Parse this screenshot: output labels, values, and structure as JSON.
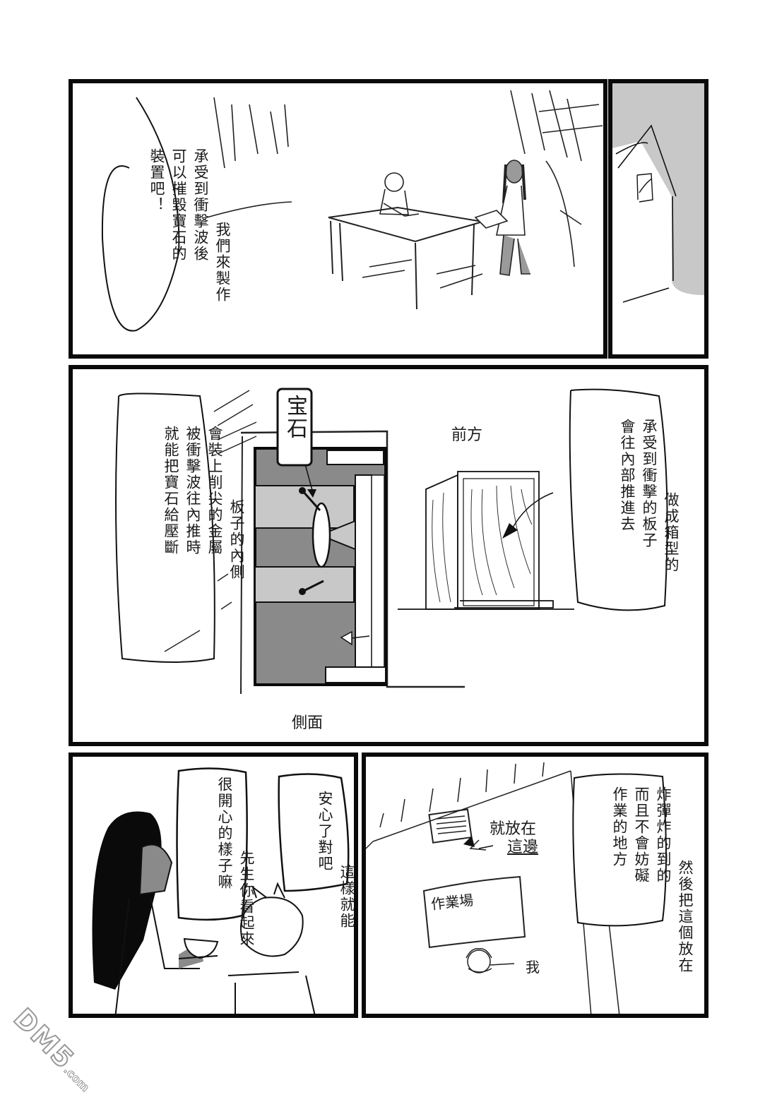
{
  "page": {
    "type": "manga-page",
    "background": "#ffffff",
    "panel_border": "#0a0a0a",
    "screen_tone_dark": "#8a8a8a",
    "screen_tone_light": "#c8c8c8"
  },
  "panels": [
    {
      "id": "panel-1",
      "scene": "man working at desk, woman carrying tray",
      "speech": [
        "我們來製作",
        "承受到衝擊波後",
        "可以摧毀寶石的",
        "裝置吧！"
      ]
    },
    {
      "id": "panel-2",
      "scene": "exterior of building, grey sky"
    },
    {
      "id": "panel-3",
      "scene": "device diagram",
      "speech_left": [
        "板子的內側",
        "會裝上削尖的金屬",
        "被衝擊波往內推時",
        "就能把寶石給壓斷"
      ],
      "speech_right": [
        "做成箱型的",
        "承受到衝擊的板子",
        "會往內部推進去"
      ],
      "labels": {
        "gem": "宝石",
        "front": "前方",
        "side": "側面"
      }
    },
    {
      "id": "panel-4",
      "scene": "woman with teacup and smiling man",
      "speech_woman": [
        "先生你看起來",
        "很開心的樣子嘛"
      ],
      "speech_man": [
        "這樣就能",
        "安心了對吧"
      ]
    },
    {
      "id": "panel-5",
      "scene": "map sketch of workshop",
      "speech": [
        "然後把這個放在",
        "炸彈炸的到的",
        "而且不會妨礙",
        "作業的地方"
      ],
      "labels": {
        "here": [
          "就放在",
          "這邊"
        ],
        "workshop": "作業場",
        "me": "我"
      }
    }
  ],
  "watermark": {
    "text": "DM5",
    "suffix": ".com"
  }
}
